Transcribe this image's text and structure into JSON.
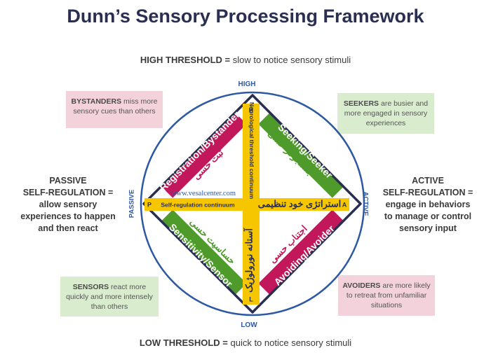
{
  "title": "Dunn’s Sensory Processing Framework",
  "high_threshold": {
    "term": "HIGH THRESHOLD =",
    "desc": "slow to notice sensory stimuli"
  },
  "low_threshold": {
    "term": "LOW THRESHOLD =",
    "desc": "quick to notice sensory stimuli"
  },
  "passive": {
    "line1": "PASSIVE",
    "line2": "SELF-REGULATION =",
    "line3": "allow sensory",
    "line4": "experiences to happen",
    "line5": "and then react"
  },
  "active": {
    "line1": "ACTIVE",
    "line2": "SELF-REGULATION =",
    "line3": "engage in behaviors",
    "line4": "to manage or control",
    "line5": "sensory input"
  },
  "boxes": {
    "bystanders": {
      "term": "BYSTANDERS",
      "rest1": "miss more",
      "rest2": "sensory cues than others"
    },
    "seekers": {
      "term": "SEEKERS",
      "rest1": "are busier and",
      "rest2": "more engaged in sensory",
      "rest3": "experiences"
    },
    "sensors": {
      "term": "SENSORS",
      "rest1": "react more",
      "rest2": "quickly and more intensely",
      "rest3": "than others"
    },
    "avoiders": {
      "term": "AVOIDERS",
      "rest1": "are more likely",
      "rest2": "to retreat from unfamiliar",
      "rest3": "situations"
    }
  },
  "circle_labels": {
    "high": "HIGH",
    "low": "LOW",
    "passive": "PASSIVE",
    "active": "ACTIVE"
  },
  "quadrants": {
    "registration": {
      "label": "Registration/Bystander",
      "persian": "ثبت حسی",
      "color": "#c2185b"
    },
    "seeking": {
      "label": "Seeking/Seeker",
      "persian": "جستجوگر حسی",
      "color": "#4e9a2a"
    },
    "sensitivity": {
      "label": "Sensitivity/Sensor",
      "persian": "حساسیت حسی",
      "color": "#4e9a2a"
    },
    "avoiding": {
      "label": "Avoiding/Avoider",
      "persian": "اجتناب حسی",
      "color": "#c2185b"
    }
  },
  "axes": {
    "vertical_label": "Neurological threshold continuum",
    "vertical_persian": "آستانه نورولوژیک",
    "top_letter": "H",
    "bottom_letter": "L",
    "horizontal_label": "Self-regulation continuum",
    "horizontal_persian": "استراتژی خود تنظیمی",
    "left_letter": "P",
    "right_letter": "A",
    "color": "#f6c600"
  },
  "watermark": "www.vesalcenter.com",
  "colors": {
    "circle": "#2c58a4",
    "diamond": "#2a2f52",
    "title": "#2a2f52"
  }
}
